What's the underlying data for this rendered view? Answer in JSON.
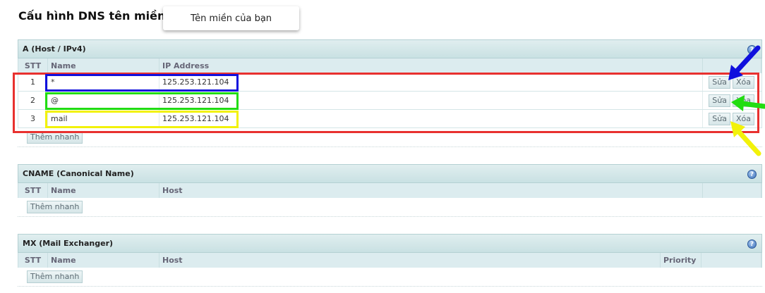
{
  "header": {
    "title": "Cấu hình DNS tên miền:",
    "domain_label": "Tên miền của bạn"
  },
  "sections": {
    "a": {
      "title": "A (Host / IPv4)",
      "columns": [
        "STT",
        "Name",
        "IP Address"
      ],
      "rows": [
        {
          "stt": "1",
          "name": "*",
          "ip": "125.253.121.104"
        },
        {
          "stt": "2",
          "name": "@",
          "ip": "125.253.121.104"
        },
        {
          "stt": "3",
          "name": "mail",
          "ip": "125.253.121.104"
        }
      ],
      "quick_add": "Thêm nhanh"
    },
    "cname": {
      "title": "CNAME (Canonical Name)",
      "columns": [
        "STT",
        "Name",
        "Host"
      ],
      "quick_add": "Thêm nhanh"
    },
    "mx": {
      "title": "MX (Mail Exchanger)",
      "columns": [
        "STT",
        "Name",
        "Host",
        "Priority"
      ],
      "quick_add": "Thêm nhanh"
    }
  },
  "actions": {
    "edit": "Sửa",
    "delete": "Xóa"
  },
  "help_glyph": "?",
  "colors": {
    "annotation_red": "#e8312f",
    "annotation_blue": "#1010dd",
    "annotation_green": "#22dd11",
    "annotation_yellow": "#f2f20a",
    "header_bg": "#c9e1e3"
  }
}
